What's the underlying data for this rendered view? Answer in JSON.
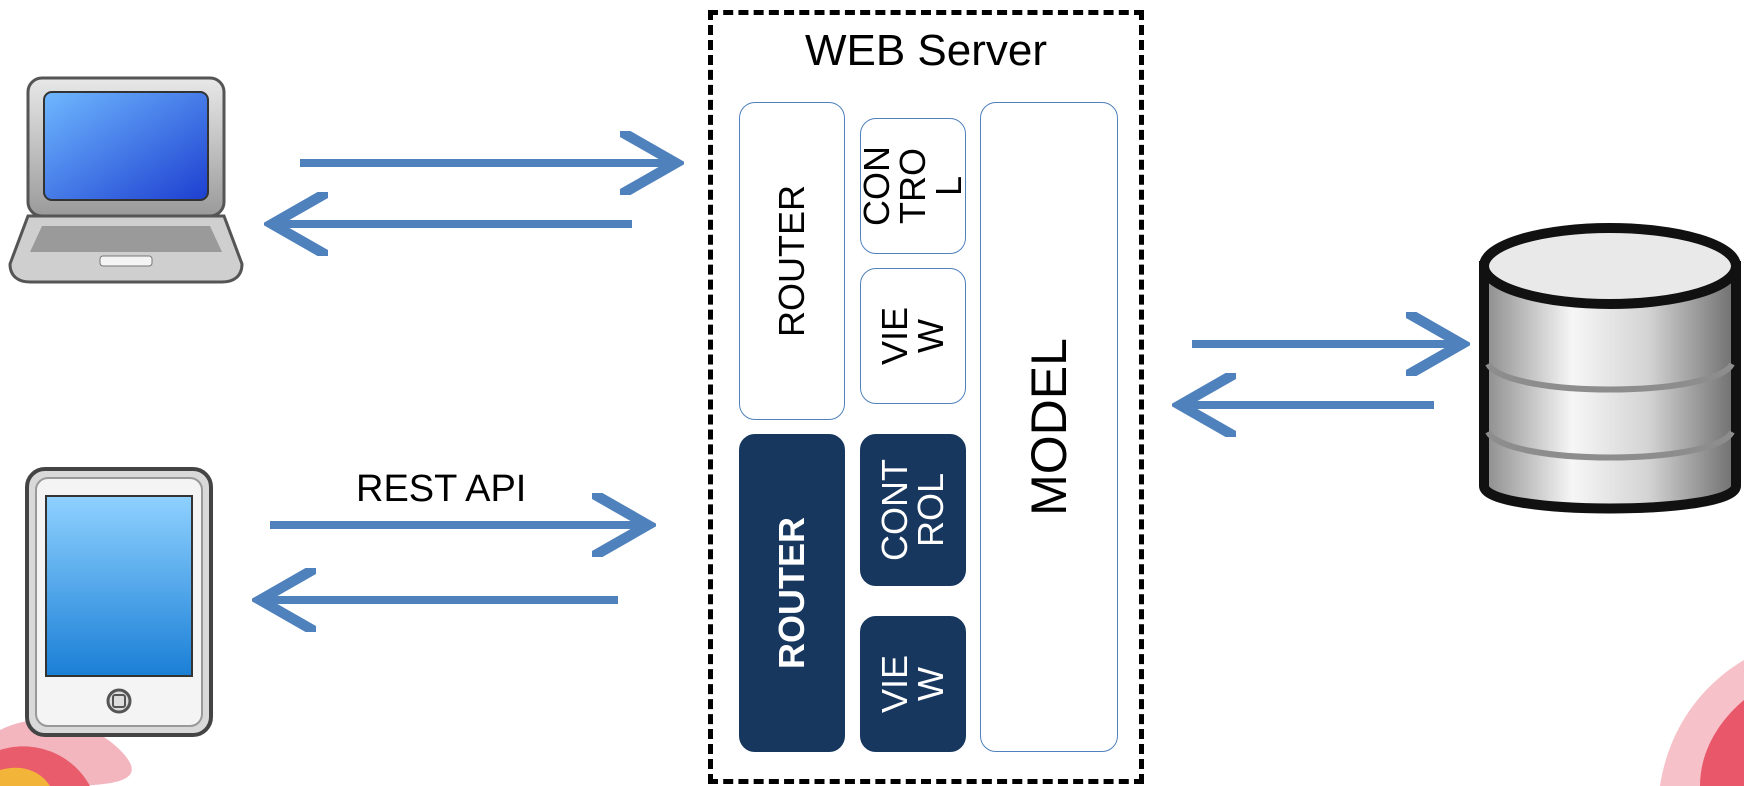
{
  "server": {
    "title": "WEB Server",
    "web_group": {
      "router": "ROUTER",
      "controller": "CON\nTRO\nL",
      "view": "VIE\nW"
    },
    "api_group": {
      "router": "ROUTER",
      "controller": "CONT\nROL",
      "view": "VIE\nW"
    },
    "model": "MODEL"
  },
  "connections": {
    "api_label": "REST API"
  },
  "icons": [
    "laptop-icon",
    "tablet-icon",
    "database-icon"
  ],
  "colors": {
    "arrow": "#4f81bd",
    "outline_box": "#4f81bd",
    "filled_box": "#17375e"
  }
}
